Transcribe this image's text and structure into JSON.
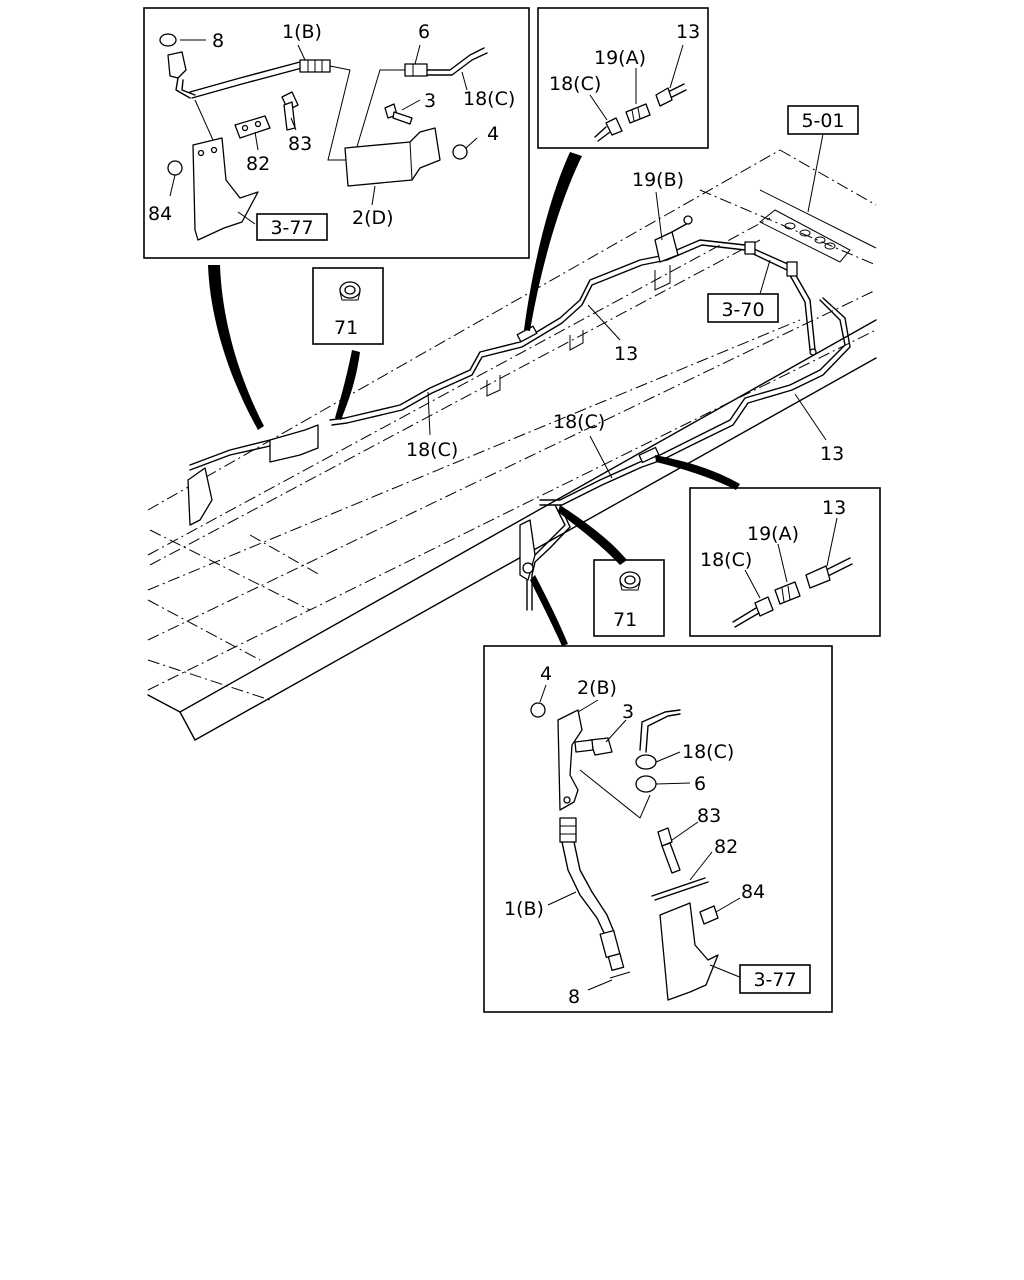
{
  "diagram": {
    "ref_boxes": {
      "top_left": "3-77",
      "frame_top": "5-01",
      "frame_mid": "3-70",
      "bottom_right": "3-77"
    },
    "panel_top_left": {
      "labels": [
        "8",
        "1(B)",
        "6",
        "3",
        "18(C)",
        "4",
        "83",
        "82",
        "84",
        "2(D)"
      ]
    },
    "panel_top_mid": {
      "labels": [
        "13",
        "19(A)",
        "18(C)"
      ]
    },
    "panel_mid_right": {
      "labels": [
        "13",
        "19(A)",
        "18(C)"
      ]
    },
    "grommet_top": {
      "label": "71"
    },
    "grommet_mid": {
      "label": "71"
    },
    "main_view": {
      "labels": [
        "19(B)",
        "13",
        "18(C)",
        "18(C)",
        "13"
      ]
    },
    "panel_bottom": {
      "labels": [
        "4",
        "2(B)",
        "3",
        "18(C)",
        "6",
        "83",
        "82",
        "84",
        "1(B)",
        "8"
      ]
    }
  }
}
